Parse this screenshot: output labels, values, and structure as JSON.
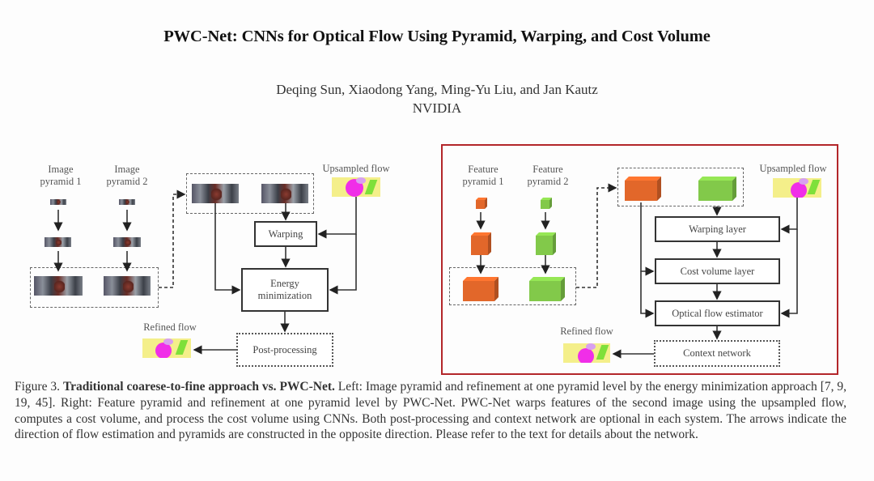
{
  "paper": {
    "title": "PWC-Net: CNNs for Optical Flow Using Pyramid, Warping, and Cost Volume",
    "authors": "Deqing Sun, Xiaodong Yang, Ming-Yu Liu, and Jan Kautz",
    "affiliation": "NVIDIA"
  },
  "left_diagram": {
    "pyramid1_label": [
      "Image",
      "pyramid 1"
    ],
    "pyramid2_label": [
      "Image",
      "pyramid 2"
    ],
    "upsampled_flow_label": "Upsampled flow",
    "warping_label": "Warping",
    "energy_label": [
      "Energy",
      "minimization"
    ],
    "refined_flow_label": "Refined flow",
    "postprocessing_label": "Post-processing"
  },
  "right_diagram": {
    "highlight_color": "#b3262a",
    "pyramid1_label": [
      "Feature",
      "pyramid 1"
    ],
    "pyramid2_label": [
      "Feature",
      "pyramid 2"
    ],
    "upsampled_flow_label": "Upsampled flow",
    "warping_layer_label": "Warping layer",
    "cost_volume_label": "Cost volume layer",
    "estimator_label": "Optical flow estimator",
    "refined_flow_label": "Refined flow",
    "context_network_label": "Context network",
    "feature1_color": "#e2672a",
    "feature2_color": "#82c94a"
  },
  "caption": {
    "figure_number": "Figure 3.",
    "bold_title": "Traditional coarese-to-fine approach vs. PWC-Net.",
    "body": " Left: Image pyramid and refinement at one pyramid level by the energy minimization approach [7, 9, 19, 45]. Right: Feature pyramid and refinement at one pyramid level by PWC-Net. PWC-Net warps features of the second image using the upsampled flow, computes a cost volume, and process the cost volume using CNNs. Both post-processing and context network are optional in each system. The arrows indicate the direction of flow estimation and pyramids are constructed in the opposite direction. Please refer to the text for details about the network."
  }
}
